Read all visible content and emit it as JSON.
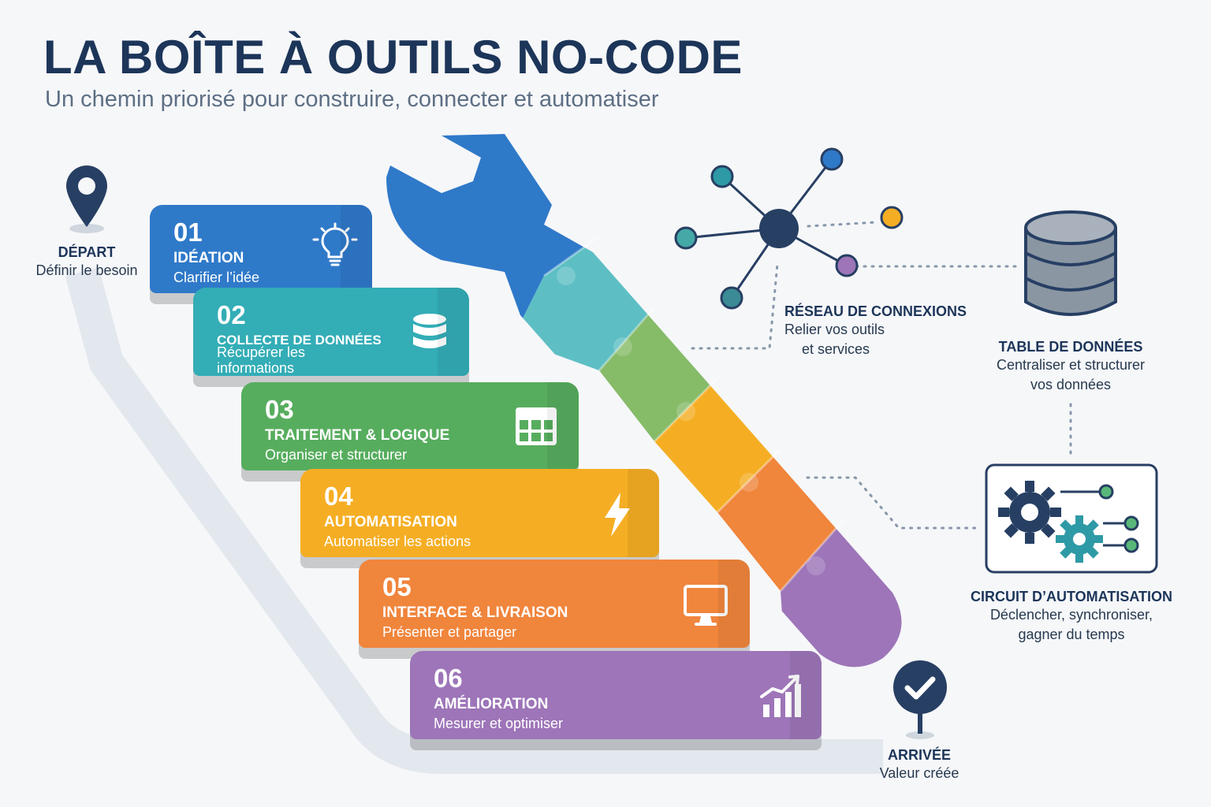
{
  "title": "LA BOÎTE À OUTILS NO-CODE",
  "subtitle": "Un chemin priorisé pour construire, connecter et automatiser",
  "start": {
    "heading": "DÉPART",
    "text": "Définir le besoin",
    "icon": "map-pin-icon"
  },
  "end": {
    "heading": "ARRIVÉE",
    "text": "Valeur créée",
    "icon": "check-pin-icon"
  },
  "steps": [
    {
      "number": "01",
      "name": "IDÉATION",
      "desc": "Clarifier l’idée",
      "color": "#2f79c9",
      "icon": "lightbulb-icon"
    },
    {
      "number": "02",
      "name": "COLLECTE DE DONNÉES",
      "desc": "Récupérer les informations",
      "color": "#33adb6",
      "icon": "database-icon"
    },
    {
      "number": "03",
      "name": "TRAITEMENT & LOGIQUE",
      "desc": "Organiser et structurer",
      "color": "#57ad5e",
      "icon": "table-icon"
    },
    {
      "number": "04",
      "name": "AUTOMATISATION",
      "desc": "Automatiser les actions",
      "color": "#f5ae24",
      "icon": "lightning-icon"
    },
    {
      "number": "05",
      "name": "INTERFACE & LIVRAISON",
      "desc": "Présenter et partager",
      "color": "#f0853c",
      "icon": "monitor-icon"
    },
    {
      "number": "06",
      "name": "AMÉLIORATION",
      "desc": "Mesurer et optimiser",
      "color": "#9d75b8",
      "icon": "bar-chart-icon"
    }
  ],
  "network": {
    "heading": "RÉSEAU DE CONNEXIONS",
    "text1": "Relier vos outils",
    "text2": "et services",
    "icon": "network-icon"
  },
  "database": {
    "heading": "TABLE DE DONNÉES",
    "text1": "Centraliser et structurer",
    "text2": "vos données",
    "icon": "database-cylinder-icon"
  },
  "circuit": {
    "heading": "CIRCUIT D’AUTOMATISATION",
    "text1": "Déclencher, synchroniser,",
    "text2": "gagner du temps",
    "icon": "gears-icon"
  },
  "wrench": {
    "icon": "wrench-puzzle-icon",
    "segment_colors": [
      "#2f79c9",
      "#5dbfc4",
      "#86bb68",
      "#f5ae24",
      "#f0853c",
      "#9d75b8"
    ]
  }
}
